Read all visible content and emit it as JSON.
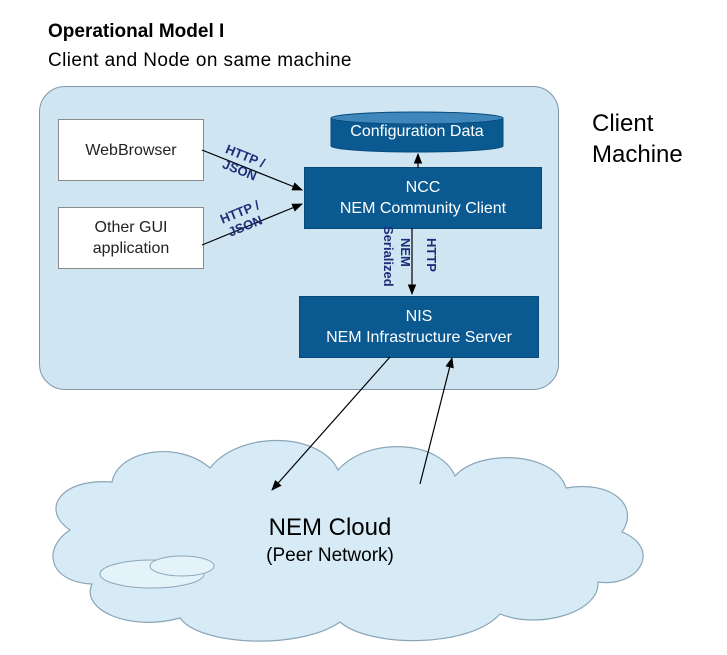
{
  "header": {
    "title": "Operational Model I",
    "subtitle": "Client and Node on same machine"
  },
  "machine": {
    "label_line1": "Client",
    "label_line2": "Machine"
  },
  "clients": {
    "web_browser": "WebBrowser",
    "other_gui_line1": "Other GUI",
    "other_gui_line2": "application"
  },
  "config": {
    "label": "Configuration Data"
  },
  "ncc": {
    "line1": "NCC",
    "line2": "NEM Community Client"
  },
  "nis": {
    "line1": "NIS",
    "line2": "NEM Infrastructure Server"
  },
  "connections": {
    "http_label": "HTTP /",
    "json_label": "JSON",
    "ncc_nis_line1": "HTTP",
    "ncc_nis_line2": "NEM",
    "ncc_nis_line3": "Serialized"
  },
  "cloud": {
    "title": "NEM Cloud",
    "subtitle": "(Peer Network)"
  },
  "colors": {
    "machine_bg": "#cfe6f2",
    "box_blue": "#0a5a91",
    "label_navy": "#1f2d7a",
    "cloud_fill": "#d6ebf6"
  }
}
